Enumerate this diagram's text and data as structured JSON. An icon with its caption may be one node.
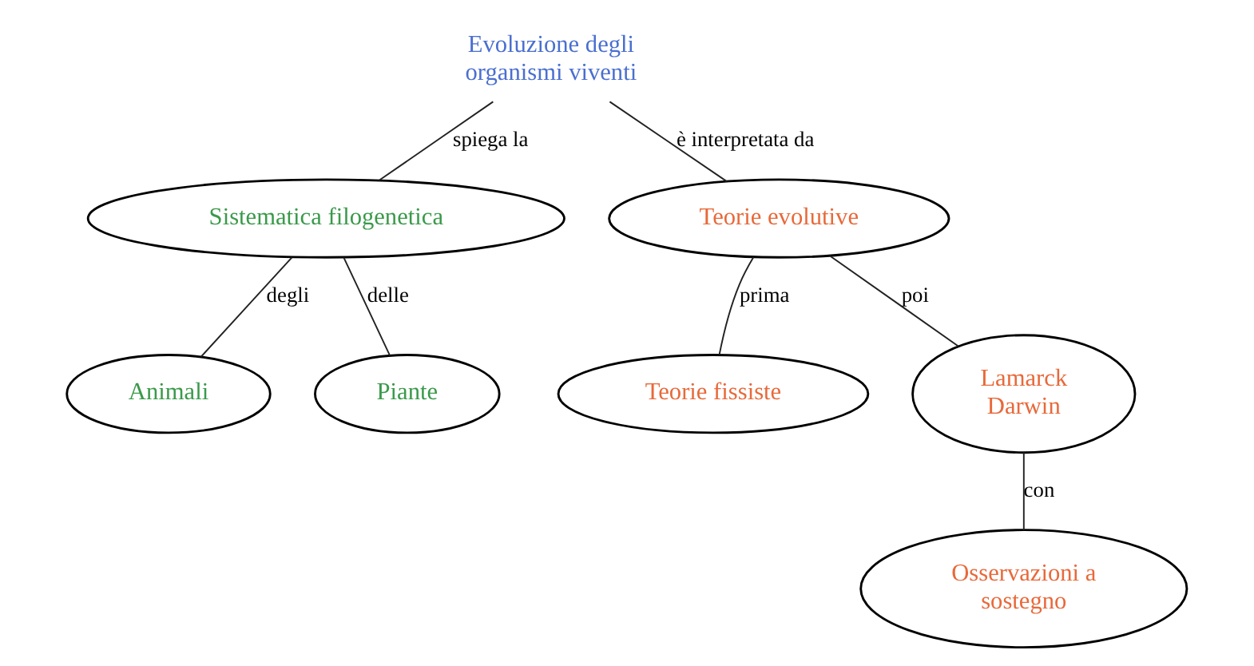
{
  "diagram": {
    "nodes": [
      {
        "text": [
          "Evoluzione degli organismi viventi"
        ]
      },
      {
        "text": [
          "Sistematica filogenetica"
        ]
      },
      {
        "text": [
          "Teorie evolutive"
        ]
      },
      {
        "text": [
          "Animali"
        ]
      },
      {
        "text": [
          "Piante"
        ]
      },
      {
        "text": [
          "Teorie fissiste"
        ]
      },
      {
        "text": [
          "Lamarck Darwin"
        ]
      },
      {
        "text": [
          "Osservazioni a sostegno"
        ]
      }
    ],
    "edges": [
      {
        "from": 0,
        "to": 1,
        "arrow": "none",
        "label": "spiega la"
      },
      {
        "from": 0,
        "to": 2,
        "arrow": "none",
        "label": "è interpretata da"
      },
      {
        "from": 1,
        "to": 3,
        "arrow": "none",
        "label": "degli"
      },
      {
        "from": 1,
        "to": 4,
        "arrow": "none",
        "label": "delle"
      },
      {
        "from": 2,
        "to": 5,
        "arrow": "none",
        "label": "prima"
      },
      {
        "from": 2,
        "to": 6,
        "arrow": "none",
        "label": "poi"
      },
      {
        "from": 6,
        "to": 7,
        "arrow": "none",
        "label": "con"
      }
    ]
  }
}
